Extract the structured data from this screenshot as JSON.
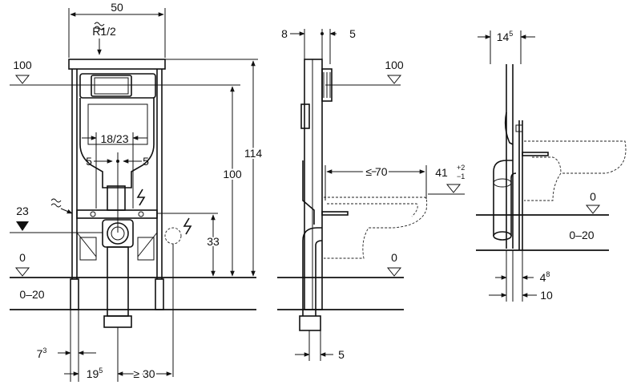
{
  "front_view": {
    "width": "50",
    "thread": "R1/2",
    "top_level": "100",
    "level_23": "23",
    "floor_level": "0",
    "floor_range": "0–20",
    "spacing": "18/23",
    "offset_left": "5",
    "offset_right": "5",
    "height_114": "114",
    "height_100": "100",
    "height_33": "33",
    "bottom_7_base": "7",
    "bottom_7_exp": "3",
    "bottom_19_base": "19",
    "bottom_19_exp": "5",
    "bottom_30": "≥ 30"
  },
  "side_view": {
    "top_8": "8",
    "top_5": "5",
    "top_level": "100",
    "depth": "≤ 70",
    "pan_height": "41",
    "pan_tol_plus": "+2",
    "pan_tol_minus": "−1",
    "floor_level": "0",
    "bottom_5": "5"
  },
  "detail_view": {
    "top_14_base": "14",
    "top_14_exp": "5",
    "floor_level": "0",
    "floor_range": "0–20",
    "bottom_4_base": "4",
    "bottom_4_exp": "8",
    "bottom_10": "10"
  },
  "colors": {
    "ink": "#111111",
    "background": "#ffffff"
  }
}
